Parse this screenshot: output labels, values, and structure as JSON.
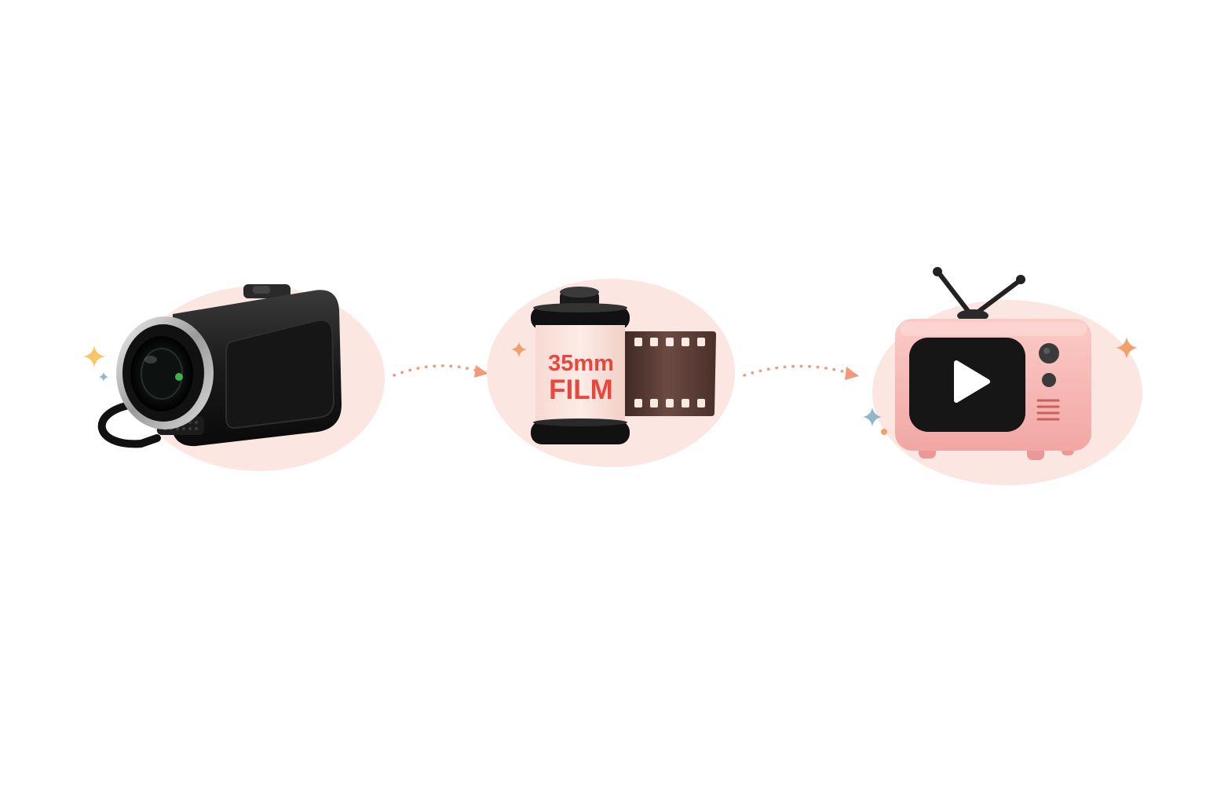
{
  "flow": {
    "steps": [
      {
        "icon": "camcorder-icon"
      },
      {
        "icon": "film-canister-icon"
      },
      {
        "icon": "retro-tv-icon"
      }
    ],
    "connector": "dotted-arrow"
  },
  "film": {
    "label_line1": "35mm",
    "label_line2": "FILM"
  },
  "colors": {
    "blob": "#fbe6e1",
    "arrow": "#f2997a",
    "film_label": "#e8473d",
    "tv_body": "#f6b6b3",
    "sparkle_gold": "#f4c86a",
    "sparkle_orange": "#f2a06a",
    "sparkle_blue": "#8fb7c8"
  }
}
